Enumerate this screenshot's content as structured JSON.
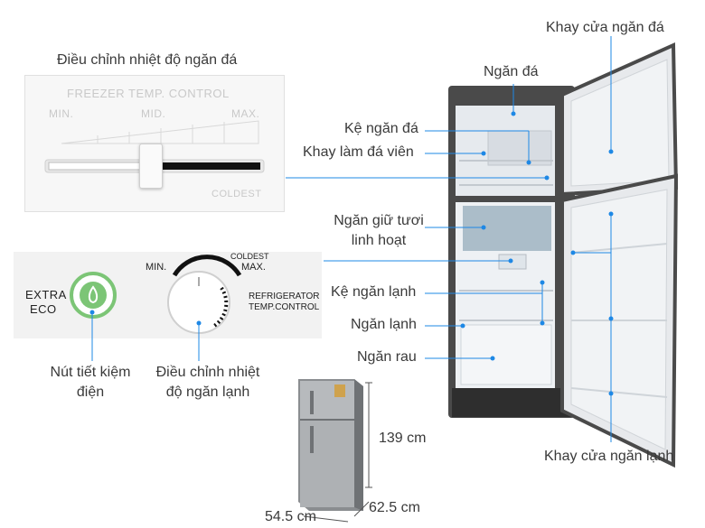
{
  "labels": {
    "freezer_control_title": "Điều chỉnh nhiệt độ ngăn đá",
    "freezer_door_tray": "Khay cửa ngăn đá",
    "freezer_compartment": "Ngăn đá",
    "freezer_shelf": "Kệ ngăn đá",
    "ice_tray": "Khay làm đá viên",
    "fresh_box_line1": "Ngăn giữ tươi",
    "fresh_box_line2": "linh hoạt",
    "fridge_shelf": "Kệ ngăn lạnh",
    "fridge_compartment": "Ngăn lạnh",
    "vegetable_drawer": "Ngăn rau",
    "eco_button_line1": "Nút tiết kiệm",
    "eco_button_line2": "điện",
    "fridge_control_line1": "Điều chỉnh nhiệt",
    "fridge_control_line2": "độ ngăn lạnh",
    "fridge_door_tray": "Khay cửa ngăn lạnh"
  },
  "freezer_panel": {
    "title": "FREEZER  TEMP.  CONTROL",
    "min": "MIN.",
    "mid": "MID.",
    "max": "MAX.",
    "coldest": "COLDEST"
  },
  "control_panel": {
    "extra": "EXTRA",
    "eco": "ECO",
    "min": "MIN.",
    "coldest": "COLDEST",
    "max": "MAX.",
    "refrigerator": "REFRIGERATOR",
    "temp_control": "TEMP.CONTROL"
  },
  "dimensions": {
    "height": "139 cm",
    "depth": "62.5 cm",
    "width": "54.5 cm"
  },
  "colors": {
    "callout_line": "#1e88e5",
    "fridge_body": "#4a4a4a",
    "interior": "#eef1f4",
    "eco_green": "#7cc576"
  }
}
